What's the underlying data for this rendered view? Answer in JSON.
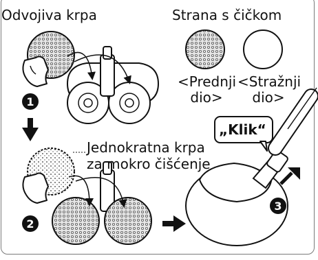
{
  "labels": {
    "washable_pad": "Odvojiva krpa",
    "velcro_side": "Strana s čičkom",
    "front_line1": "<Prednji",
    "front_line2": "dio>",
    "back_line1": "<Stražnji",
    "back_line2": "dio>",
    "disposable_line1": "Jednokratna krpa",
    "disposable_line2": "za mokro čišćenje",
    "click": "„Klik“"
  },
  "steps": [
    "1",
    "2",
    "3"
  ],
  "colors": {
    "ink": "#111111",
    "pad_fill": "#e6e6e6",
    "frame": "#7a7a7a"
  },
  "icons": [
    "hand-icon",
    "down-arrow-icon",
    "right-arrow-icon",
    "click-arrow-icon",
    "speech-bubble-icon"
  ]
}
